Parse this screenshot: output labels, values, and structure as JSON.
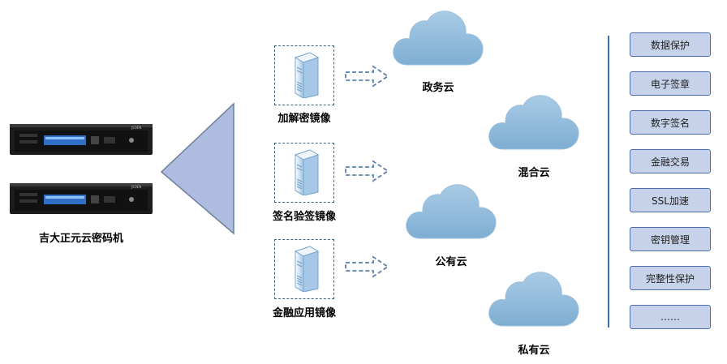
{
  "device": {
    "label": "吉大正元云密码机",
    "panel_text": "JSOEN"
  },
  "mirrors": [
    {
      "label": "加解密镜像"
    },
    {
      "label": "签名验签镜像"
    },
    {
      "label": "金融应用镜像"
    }
  ],
  "clouds": [
    {
      "label": "政务云"
    },
    {
      "label": "混合云"
    },
    {
      "label": "公有云"
    },
    {
      "label": "私有云"
    }
  ],
  "services": [
    {
      "label": "数据保护"
    },
    {
      "label": "电子签章"
    },
    {
      "label": "数字签名"
    },
    {
      "label": "金融交易"
    },
    {
      "label": "SSL加速"
    },
    {
      "label": "密钥管理"
    },
    {
      "label": "完整性保护"
    },
    {
      "label": "……"
    }
  ],
  "colors": {
    "cloud": "#8fb8d8",
    "triangle_fill": "#aebcdf",
    "service_fill": "#c5d2ea",
    "border_blue": "#4a6fa5",
    "dashed_arrow": "#5b7fa8"
  }
}
